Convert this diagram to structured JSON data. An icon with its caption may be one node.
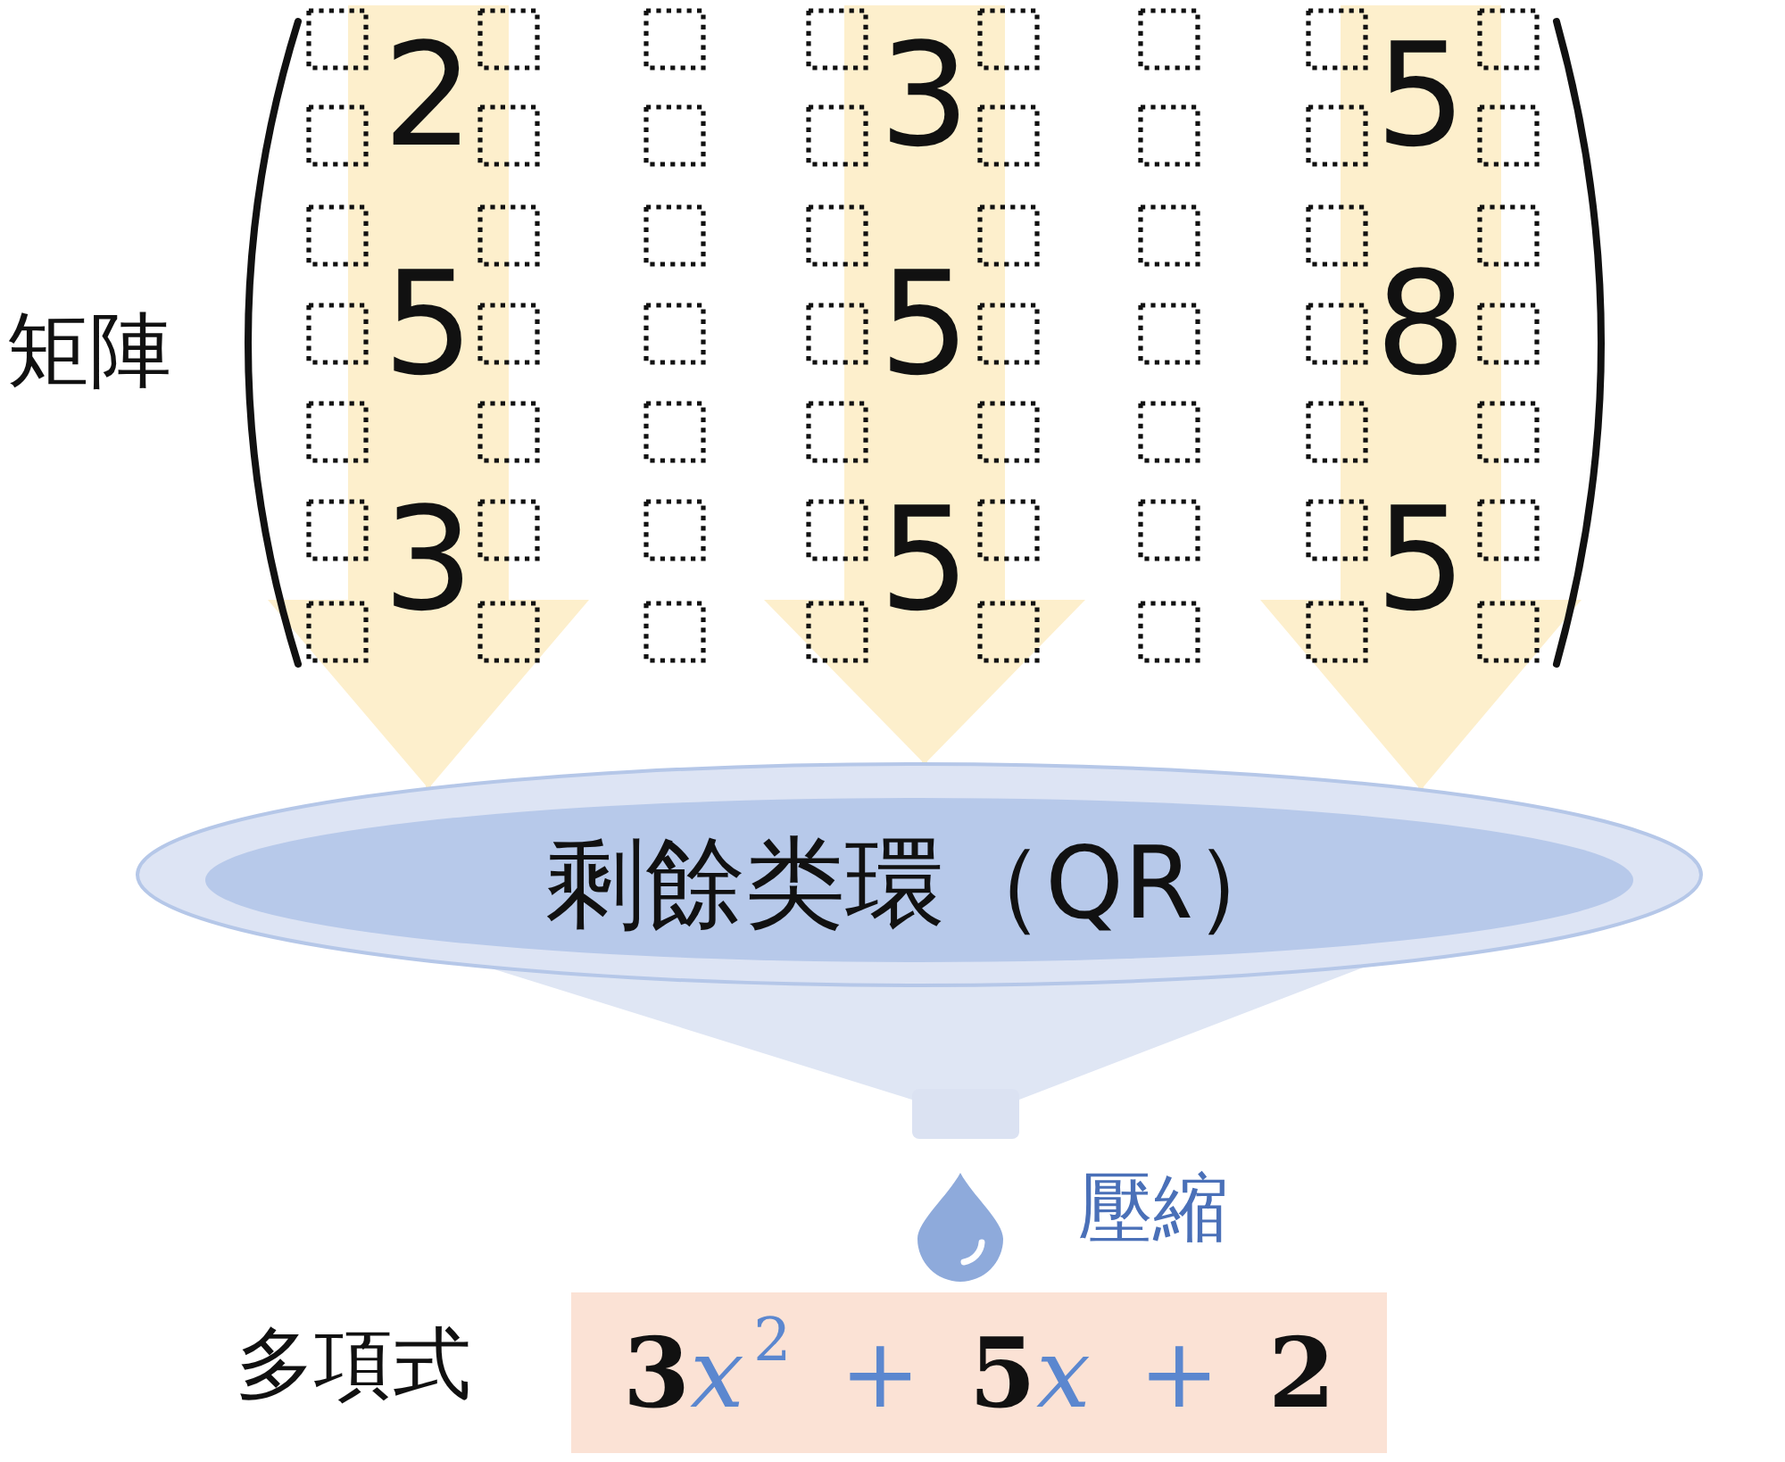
{
  "diagram": {
    "nodes": [
      {
        "text": [
          "矩陣"
        ]
      },
      {
        "text": [
          "2",
          "5",
          "3"
        ],
        "in": 0
      },
      {
        "text": [
          "3",
          "5",
          "5"
        ],
        "in": 0
      },
      {
        "text": [
          "5",
          "8",
          "5"
        ],
        "in": 0
      },
      {
        "text": [
          "剩餘类環（QR）"
        ]
      },
      {
        "text": [],
        "shape": "drop",
        "beside": [
          "壓縮"
        ]
      },
      {
        "text": [
          "**3**x$^{2}$ + **5**x + **2**"
        ],
        "beside": [
          "多項式"
        ]
      }
    ],
    "edges": [
      {
        "from": 1,
        "to": 4,
        "arrow": "to"
      },
      {
        "from": 2,
        "to": 4,
        "arrow": "to"
      },
      {
        "from": 3,
        "to": 4,
        "arrow": "to"
      }
    ]
  }
}
